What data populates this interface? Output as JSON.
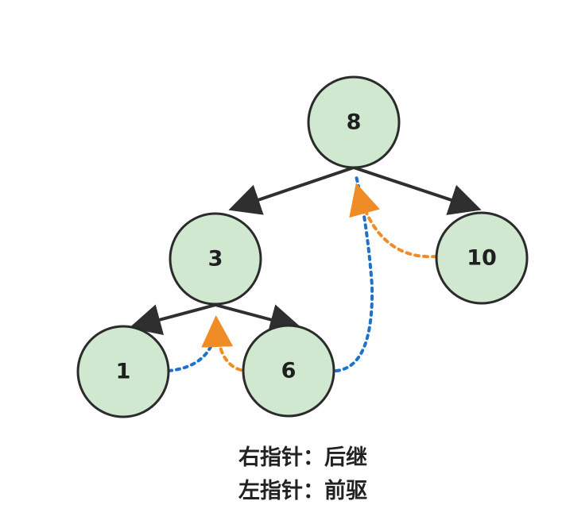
{
  "nodes": {
    "n8": "8",
    "n3": "3",
    "n10": "10",
    "n1": "1",
    "n6": "6"
  },
  "legend": {
    "right_pointer": "右指针：后继",
    "left_pointer": "左指针：前驱"
  },
  "colors": {
    "node_fill": "#cfe8cf",
    "edge": "#2f2f2f",
    "successor_thread": "#1f72cc",
    "predecessor_thread": "#f08c26"
  }
}
